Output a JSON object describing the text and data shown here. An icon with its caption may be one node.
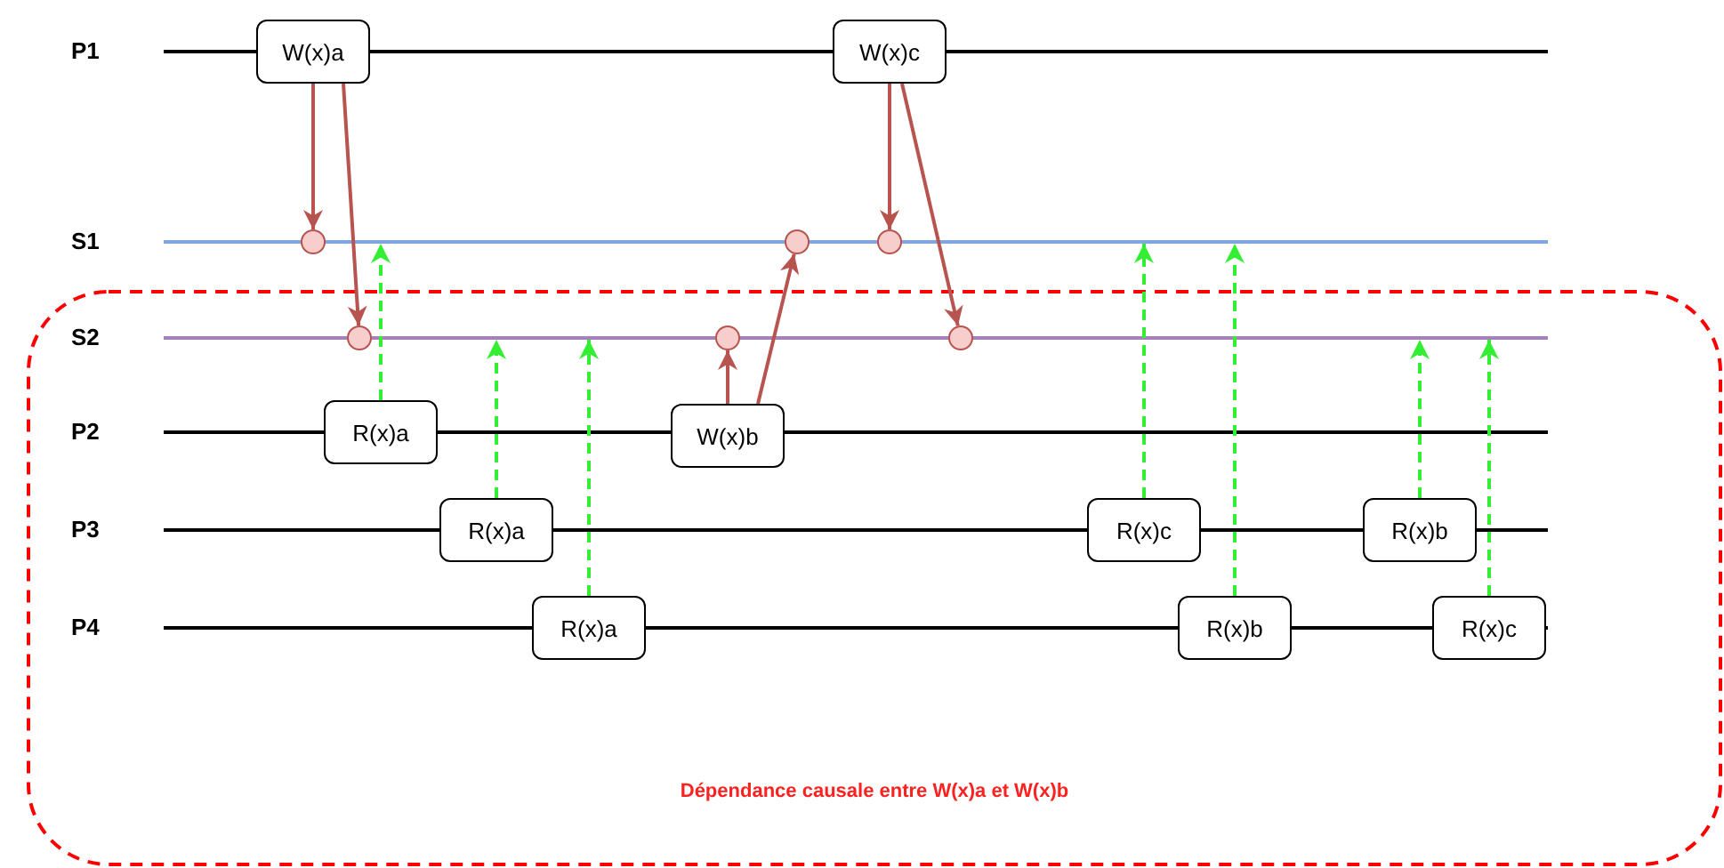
{
  "diagram": {
    "nodes": [
      {
        "text": [
          "P1"
        ]
      },
      {
        "text": [
          "W(x)a"
        ]
      },
      {
        "text": [
          "W(x)c"
        ]
      },
      {
        "text": [
          "S1"
        ]
      },
      {
        "text": [],
        "shape": "circle"
      },
      {
        "text": [],
        "shape": "circle"
      },
      {
        "text": [],
        "shape": "circle"
      },
      {
        "text": [
          "Dépendance causale entre W(x)a et W(x)b"
        ]
      },
      {
        "text": [
          "S2"
        ],
        "in": 7
      },
      {
        "text": [],
        "shape": "circle",
        "in": 7
      },
      {
        "text": [],
        "shape": "circle",
        "in": 7
      },
      {
        "text": [],
        "shape": "circle",
        "in": 7
      },
      {
        "text": [
          "P2"
        ],
        "in": 7
      },
      {
        "text": [
          "R(x)a"
        ],
        "in": 7
      },
      {
        "text": [
          "W(x)b"
        ],
        "in": 7
      },
      {
        "text": [
          "P3"
        ],
        "in": 7
      },
      {
        "text": [
          "R(x)a"
        ],
        "in": 7
      },
      {
        "text": [
          "R(x)c"
        ],
        "in": 7
      },
      {
        "text": [
          "R(x)b"
        ],
        "in": 7
      },
      {
        "text": [
          "P4"
        ],
        "in": 7
      },
      {
        "text": [
          "R(x)a"
        ],
        "in": 7
      },
      {
        "text": [
          "R(x)b"
        ],
        "in": 7
      },
      {
        "text": [
          "R(x)c"
        ],
        "in": 7
      }
    ],
    "edges": [
      {
        "from": 1,
        "to": 4,
        "arrow": "to",
        "color": "#b85450"
      },
      {
        "from": 1,
        "to": 9,
        "arrow": "to",
        "color": "#b85450"
      },
      {
        "from": 2,
        "to": 6,
        "arrow": "to",
        "color": "#b85450"
      },
      {
        "from": 2,
        "to": 11,
        "arrow": "to",
        "color": "#b85450"
      },
      {
        "from": 14,
        "to": 10,
        "arrow": "to",
        "color": "#b85450"
      },
      {
        "from": 14,
        "to": 5,
        "arrow": "to",
        "color": "#b85450"
      },
      {
        "from": 13,
        "to": 3,
        "arrow": "to",
        "style": "dashed"
      },
      {
        "from": 16,
        "to": 8,
        "arrow": "to",
        "style": "dashed"
      },
      {
        "from": 20,
        "to": 8,
        "arrow": "to",
        "style": "dashed"
      },
      {
        "from": 17,
        "to": 3,
        "arrow": "to",
        "style": "dashed"
      },
      {
        "from": 21,
        "to": 3,
        "arrow": "to",
        "style": "dashed"
      },
      {
        "from": 18,
        "to": 8,
        "arrow": "to",
        "style": "dashed"
      },
      {
        "from": 22,
        "to": 8,
        "arrow": "to",
        "style": "dashed"
      }
    ]
  }
}
